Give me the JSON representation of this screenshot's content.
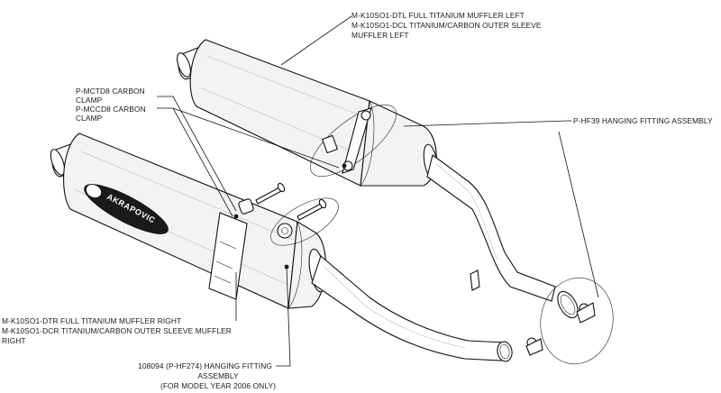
{
  "labels": {
    "muffler_left": [
      "M-K10SO1-DTL FULL TITANIUM MUFFLER LEFT",
      "M-K10SO1-DCL TITANIUM/CARBON OUTER SLEEVE",
      "MUFFLER LEFT"
    ],
    "clamp_ctd8": [
      "P-MCTD8 CARBON",
      "CLAMP"
    ],
    "clamp_ccd8": [
      "P-MCCD8 CARBON",
      "CLAMP"
    ],
    "hanging_hf39": [
      "P-HF39 HANGING FITTING ASSEMBLY"
    ],
    "muffler_right": [
      "M-K10SO1-DTR FULL TITANIUM MUFFLER RIGHT",
      "M-K10SO1-DCR TITANIUM/CARBON OUTER SLEEVE MUFFLER",
      "RIGHT"
    ],
    "hanging_108094": [
      "108094 (P-HF274) HANGING FITTING",
      "ASSEMBLY",
      "(FOR MODEL YEAR 2006 ONLY)"
    ]
  },
  "brand_text": "AKRAPOVIC"
}
